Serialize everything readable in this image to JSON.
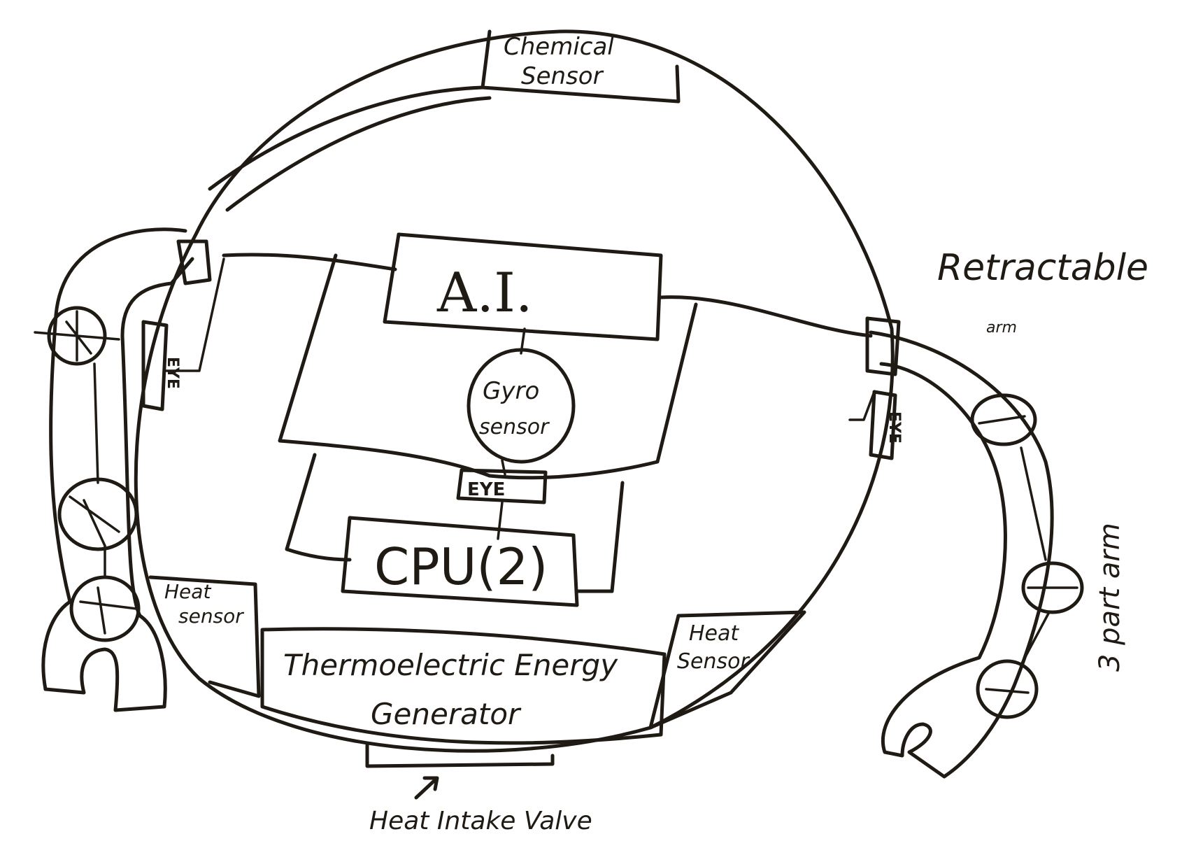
{
  "labels": {
    "chemical_sensor": [
      "Chemical",
      "Sensor"
    ],
    "ai": "A.I.",
    "gyro_sensor": [
      "Gyro",
      "sensor"
    ],
    "eye_center": "EYE",
    "eye_left": "EYE",
    "eye_right": "EYE",
    "cpu": "CPU(2)",
    "heat_sensor_left": [
      "Heat",
      "sensor"
    ],
    "heat_sensor_right": [
      "Heat",
      "Sensor"
    ],
    "thermoelectric": [
      "Thermoelectric Energy",
      "Generator"
    ],
    "heat_intake_valve": "Heat Intake Valve",
    "retractable_arm": [
      "Retractable",
      "arm"
    ],
    "three_part_arm": "3 part arm"
  }
}
